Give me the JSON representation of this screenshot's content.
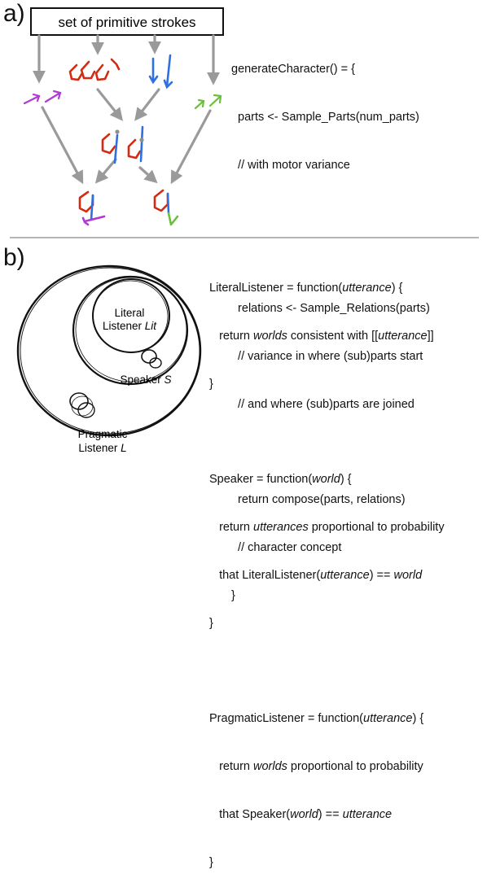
{
  "panel_a": {
    "label": "a)",
    "box_text": "set of primitive strokes",
    "code": {
      "line1": "generateCharacter() = {",
      "line2": "  parts <- Sample_Parts(num_parts)",
      "line3": "  // with motor variance",
      "line4": "  relations <- Sample_Relations(parts)",
      "line5": "  // variance in where (sub)parts start",
      "line6": "  // and where (sub)parts are joined",
      "line7": "  return compose(parts, relations)",
      "line8": "  // character concept",
      "line9": "}"
    }
  },
  "panel_b": {
    "label": "b)",
    "literal_label_1": "Literal",
    "literal_label_2a": "Listener ",
    "literal_label_2b": "Lit",
    "speaker_label_a": "Speaker ",
    "speaker_label_b": "S",
    "pragmatic_label_1": "Pragmatic",
    "pragmatic_label_2a": "Listener ",
    "pragmatic_label_2b": "L",
    "code": {
      "b1a": "LiteralListener = function(",
      "b1b": "utterance",
      "b1c": ") {",
      "b2a": "   return ",
      "b2b": "worlds",
      "b2c": " consistent with [[",
      "b2d": "utterance",
      "b2e": "]]",
      "b3": "}",
      "b4a": "Speaker = function(",
      "b4b": "world",
      "b4c": ") {",
      "b5a": "   return ",
      "b5b": "utterances",
      "b5c": " proportional to probability",
      "b6a": "   that LiteralListener(",
      "b6b": "utterance",
      "b6c": ") == ",
      "b6d": "world",
      "b7": "}",
      "b8a": "PragmaticListener = function(",
      "b8b": "utterance",
      "b8c": ") {",
      "b9a": "   return ",
      "b9b": "worlds",
      "b9c": " proportional to probability",
      "b10a": "   that Speaker(",
      "b10b": "world",
      "b10c": ") == ",
      "b10d": "utterance",
      "b11": "}"
    }
  },
  "colors": {
    "arrow_gray": "#9a9a9a",
    "stroke_red": "#d42a12",
    "stroke_blue": "#2f6fe0",
    "stroke_purple": "#b03ad6",
    "stroke_green": "#6bbf3a",
    "divider": "#b5b5b5"
  }
}
